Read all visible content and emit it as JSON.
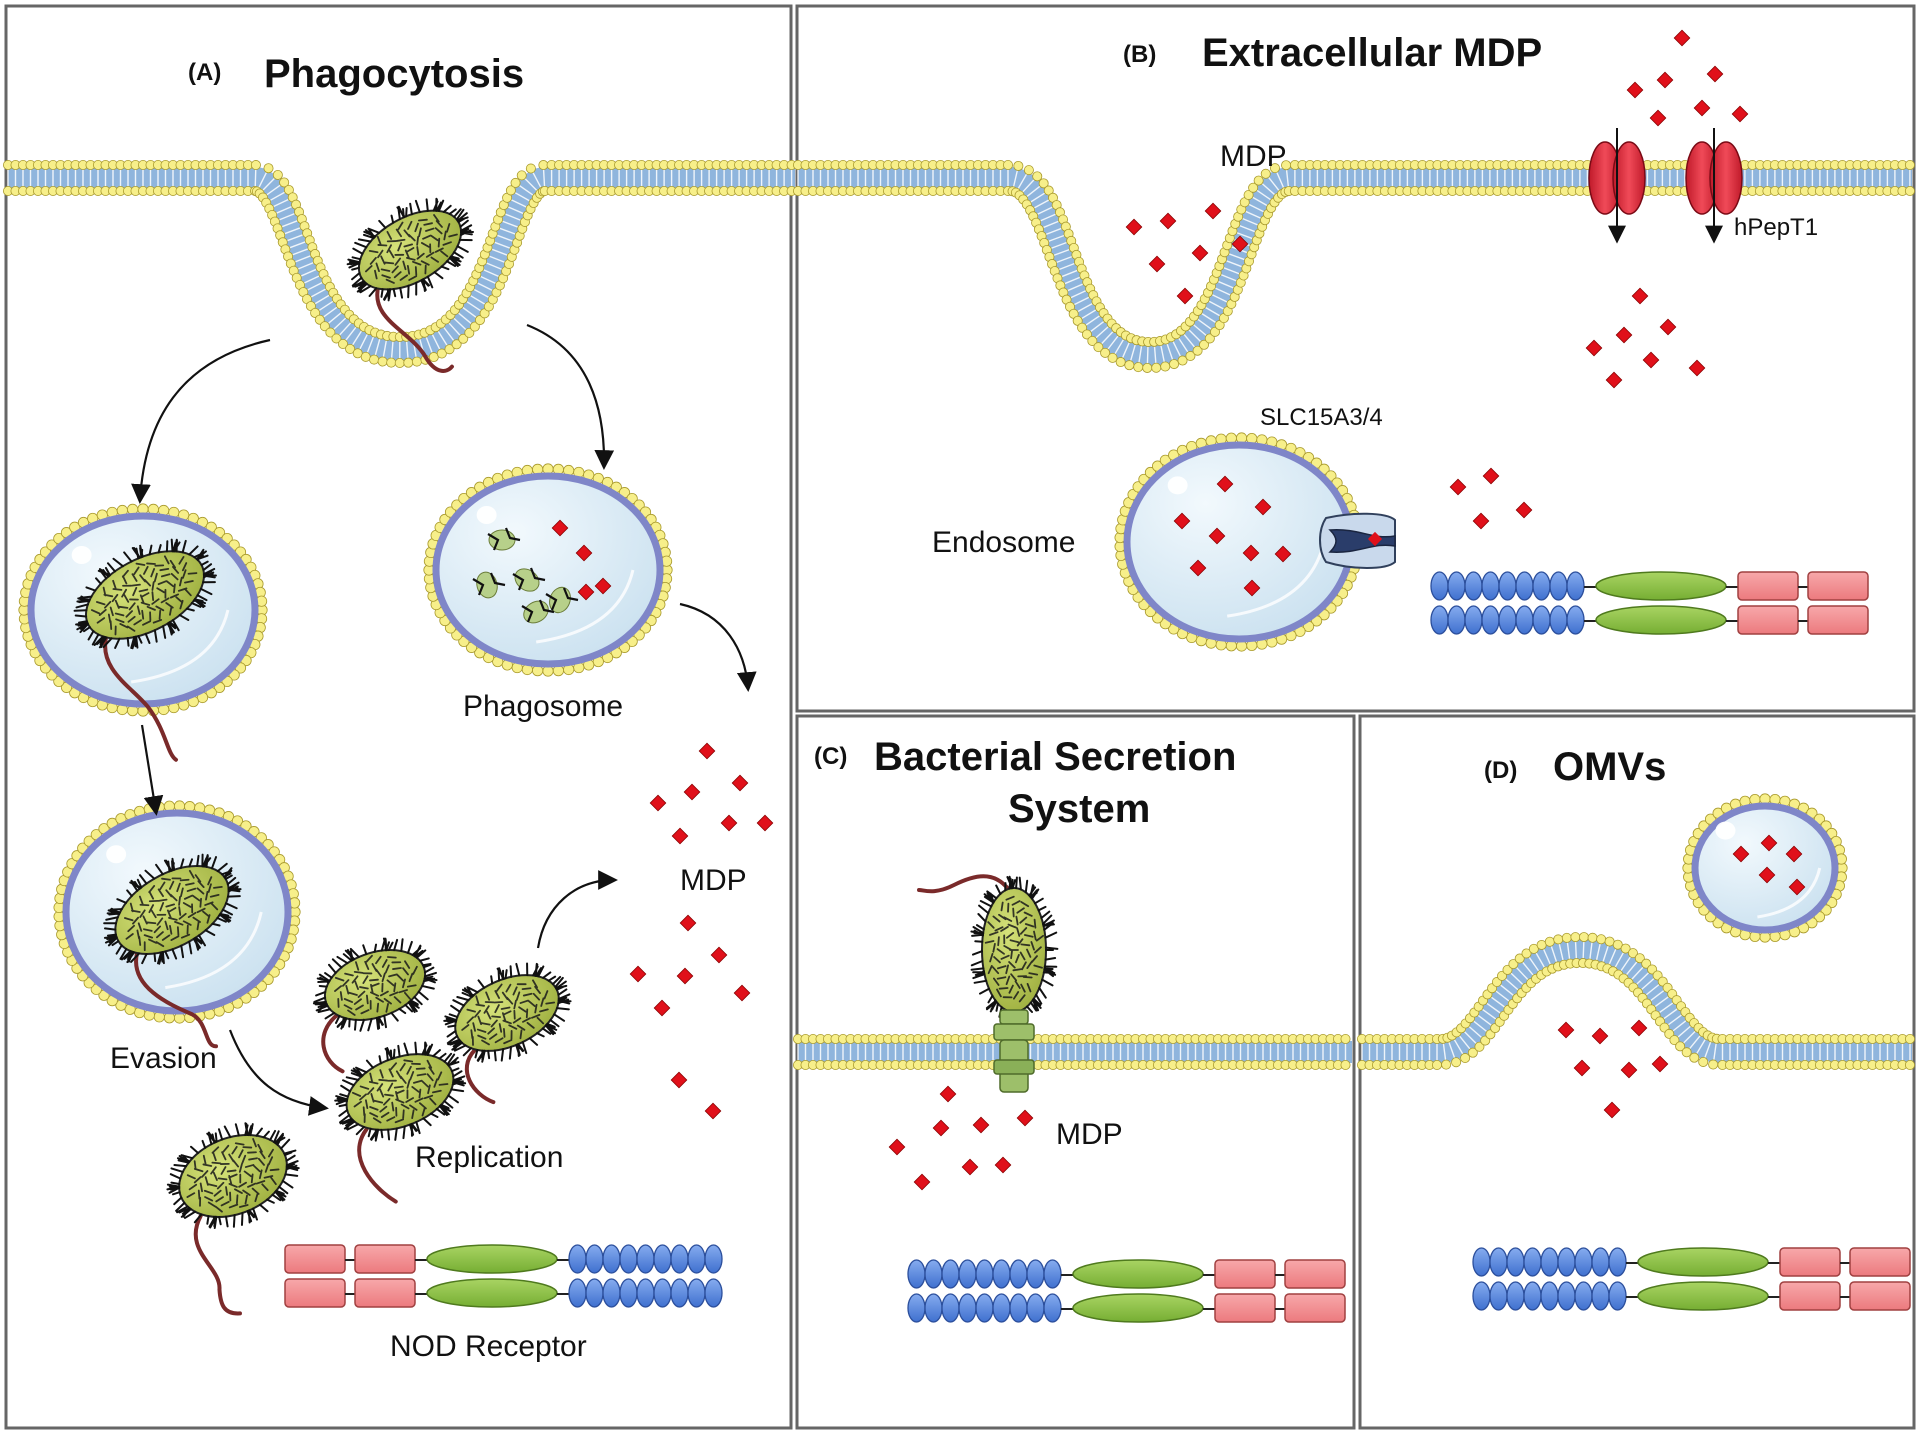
{
  "panels": {
    "a": {
      "label": "(A)",
      "title": "Phagocytosis"
    },
    "b": {
      "label": "(B)",
      "title": "Extracellular MDP"
    },
    "c": {
      "label": "(C)",
      "title_line1": "Bacterial Secretion",
      "title_line2": "System"
    },
    "d": {
      "label": "(D)",
      "title": "OMVs"
    }
  },
  "labels": {
    "phagosome": "Phagosome",
    "mdp_a": "MDP",
    "evasion": "Evasion",
    "replication": "Replication",
    "nod_receptor": "NOD Receptor",
    "mdp_b": "MDP",
    "hpept1": "hPepT1",
    "slc15a": "SLC15A3/4",
    "endosome": "Endosome",
    "mdp_c": "MDP"
  },
  "colors": {
    "mdp": "#e0101a",
    "membrane_head": "#f7ef8a",
    "membrane_core": "#8fb5dd",
    "vesicle_fill": "#d5e8f4",
    "nod_pink": "#f28c8e",
    "nod_green": "#8fc44a",
    "nod_blue": "#5f8fe0",
    "bacterium": "#b9c95a",
    "transporter": "#e43848"
  }
}
